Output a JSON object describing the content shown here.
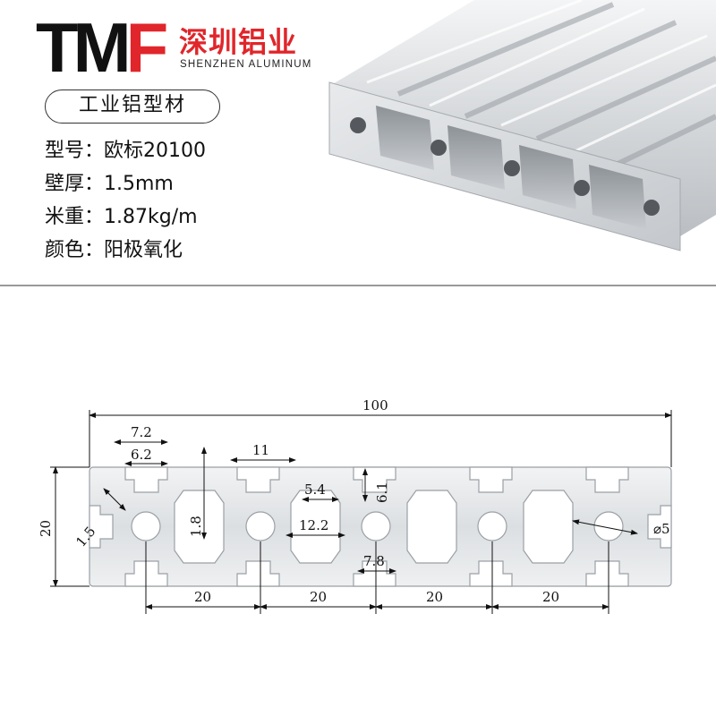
{
  "brand": {
    "logo": "TMF",
    "logo_letters": [
      "T",
      "M",
      "F"
    ],
    "name_cn": "深圳铝业",
    "name_en": "SHENZHEN ALUMINUM",
    "accent_color": "#e0262b"
  },
  "product": {
    "category": "工业铝型材",
    "specs": [
      {
        "label": "型号：",
        "value": "欧标20100"
      },
      {
        "label": "壁厚：",
        "value": "1.5mm"
      },
      {
        "label": "米重：",
        "value": "1.87kg/m"
      },
      {
        "label": "颜色：",
        "value": "阳极氧化"
      }
    ]
  },
  "drawing": {
    "overall_width": "100",
    "height": "20",
    "slot_outer": "7.2",
    "slot_inner": "6.2",
    "slot_top": "11",
    "wall": "1.5",
    "core_depth": "1.8",
    "lip": "5.4",
    "slot_depth": "6.1",
    "cavity_width": "12.2",
    "neck": "7.8",
    "hole": "⌀5",
    "pitches": [
      "20",
      "20",
      "20",
      "20"
    ]
  }
}
